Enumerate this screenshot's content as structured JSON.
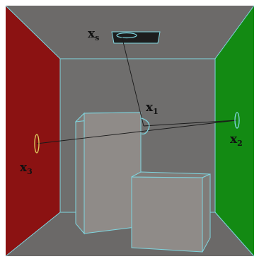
{
  "colors": {
    "left_wall": "#8b1212",
    "right_wall": "#138a13",
    "ceiling": "#6c6a69",
    "floor": "#6b6968",
    "back_wall": "#6f6e6d",
    "box_face": "#8f8b88",
    "box_side": "#807c79",
    "edge": "#7fd6e0",
    "light_panel": "#1d1d1d",
    "path": "#1a1a1a"
  },
  "labels": {
    "xs": {
      "base": "x",
      "sub": "s"
    },
    "x1": {
      "base": "x",
      "sub": "1"
    },
    "x2": {
      "base": "x",
      "sub": "2"
    },
    "x3": {
      "base": "x",
      "sub": "3"
    }
  }
}
